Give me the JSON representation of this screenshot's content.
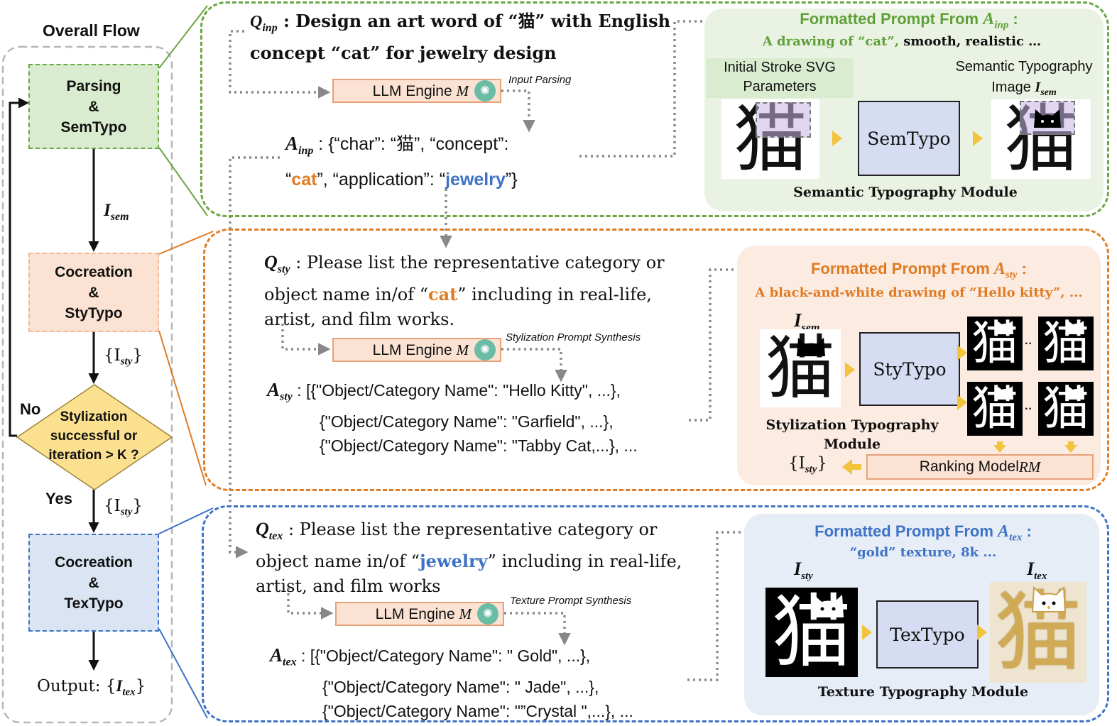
{
  "overall": {
    "title": "Overall Flow",
    "box1": [
      "Parsing",
      "&",
      "SemTypo"
    ],
    "box2": [
      "Cocreation",
      "&",
      "StyTypo"
    ],
    "box3": [
      "Cocreation",
      "&",
      "TexTypo"
    ],
    "diamond": [
      "Stylization",
      "successful or",
      "iteration > K ?"
    ],
    "no": "No",
    "yes": "Yes",
    "i_sem": "I",
    "i_sem_sub": "sem",
    "i_sty1": "{I",
    "i_sty1_sub": "sty",
    "i_sty1_end": "}",
    "i_sty2": "{I",
    "i_sty2_sub": "sty",
    "i_sty2_end": "}",
    "output_prefix": "Output: {",
    "output_i": "I",
    "output_sub": "tex",
    "output_end": "}"
  },
  "colors": {
    "green_accent": "#6aa641",
    "orange_accent": "#e07b24",
    "blue_accent": "#3d72c5",
    "parse_fill": "#d9ecd0",
    "cocreate_sty_fill": "#fbe2d3",
    "cocreate_tex_fill": "#dbe4f3",
    "diamond_fill": "#fbe08f"
  },
  "sec1": {
    "q_sym": "Q",
    "q_sub": "inp",
    "q_line1": " : Design an art word of “猫” with English",
    "q_line2": "concept “cat”  for jewelry design",
    "llm_label": "LLM Engine",
    "llm_sym": "M",
    "llm_note": "Input Parsing",
    "a_sym": "A",
    "a_sub": "inp",
    "a_line1": " : {“char”: “猫”,  “concept”:",
    "a_l2_p1": "“",
    "a_l2_cat": "cat",
    "a_l2_p2": "”,  “application”: “",
    "a_l2_jewelry": "jewelry",
    "a_l2_p3": "”}",
    "panel_title": "Formatted Prompt From ",
    "panel_title_sym": "A",
    "panel_title_sub": "inp",
    "panel_title_end": " :",
    "panel_sub_green": "A drawing of “cat”,",
    "panel_sub_rest": " smooth, realistic …",
    "svg_label": [
      "Initial Stroke SVG",
      "Parameters"
    ],
    "sem_label1": "Semantic Typography",
    "sem_label2": "Image ",
    "sem_label_sym": "I",
    "sem_label_sub": "sem",
    "module": "SemTypo",
    "caption": "Semantic Typography Module",
    "glyph": "猫"
  },
  "sec2": {
    "q_sym": "Q",
    "q_sub": "sty",
    "q_line1": " : Please list the representative category or",
    "q_l2_p1": "object name  in/of  “",
    "q_l2_cat": "cat",
    "q_l2_p2": "”  including in real-life,",
    "q_line3": "artist, and film works.",
    "llm_label": "LLM Engine",
    "llm_sym": "M",
    "llm_note": "Stylization Prompt Synthesis",
    "a_sym": "A",
    "a_sub": "sty",
    "a_line1": " :  [{\"Object/Category Name\": \"Hello Kitty\", ...},",
    "a_line2": "{\"Object/Category Name\": \"Garfield\", ...},",
    "a_line3": "{\"Object/Category Name\": \"Tabby Cat,...}, ...",
    "panel_title": "Formatted Prompt From ",
    "panel_title_sym": "A",
    "panel_title_sub": "sty",
    "panel_title_end": " :",
    "panel_sub": "A black-and-white drawing of  “Hello kitty”, ...",
    "isem_sym": "I",
    "isem_sub": "sem",
    "module": "StyTypo",
    "caption": [
      "Stylization Typography",
      "Module"
    ],
    "rank_label": "Ranking Model ",
    "rank_sym": "RM",
    "isty_out": "{I",
    "isty_out_sub": "sty",
    "isty_out_end": "}",
    "dots": "··",
    "glyph": "猫"
  },
  "sec3": {
    "q_sym": "Q",
    "q_sub": "tex",
    "q_line1": " : Please list the representative category or",
    "q_l2_p1": "object name  in/of  “",
    "q_l2_jewelry": "jewelry",
    "q_l2_p2": "”  including in real-life,",
    "q_line3": "artist, and film works",
    "llm_label": "LLM Engine",
    "llm_sym": "M",
    "llm_note": "Texture Prompt Synthesis",
    "a_sym": "A",
    "a_sub": "tex",
    "a_line1": " :  [{\"Object/Category Name\": \" Gold\", ...},",
    "a_line2": "{\"Object/Category Name\": \" Jade\", ...},",
    "a_line3": "{\"Object/Category Name\": \"”Crystal \",...}, ...",
    "panel_title": "Formatted Prompt From ",
    "panel_title_sym": "A",
    "panel_title_sub": "tex",
    "panel_title_end": " :",
    "panel_sub_blue": "“gold”",
    "panel_sub_rest": "  texture, 8k ...",
    "isty_sym": "I",
    "isty_sub": "sty",
    "itex_sym": "I",
    "itex_sub": "tex",
    "module": "TexTypo",
    "caption": "Texture Typography Module",
    "glyph": "猫"
  }
}
